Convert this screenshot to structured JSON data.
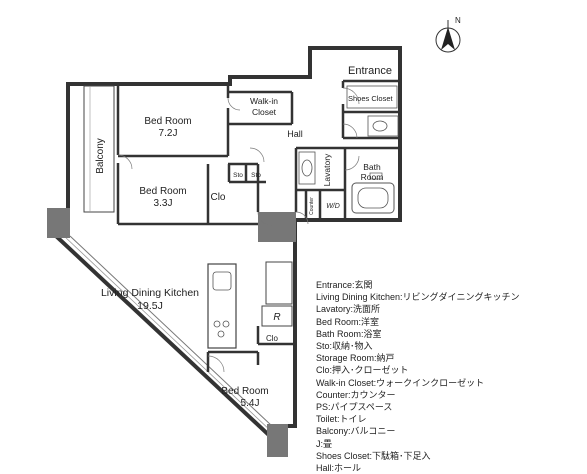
{
  "rooms": {
    "entrance": "Entrance",
    "shoes_closet": "Shoes Closet",
    "bed_room_1": "Bed Room",
    "bed_room_1_size": "7.2J",
    "walkin_line1": "Walk-in",
    "walkin_line2": "Closet",
    "hall": "Hall",
    "balcony": "Balcony",
    "sto1": "Sto",
    "sto2": "Sto",
    "bed_room_2": "Bed Room",
    "bed_room_2_size": "3.3J",
    "clo1": "Clo",
    "lavatory": "Lavatory",
    "bath_line1": "Bath",
    "bath_line2": "Room",
    "counter": "Counter",
    "wd": "W/D",
    "ldk": "Living Dining Kitchen",
    "ldk_size": "19.5J",
    "refrigerator": "R",
    "clo2": "Clo",
    "bed_room_3": "Bed Room",
    "bed_room_3_size": "5.4J"
  },
  "compass": "N",
  "legend": [
    "Entrance:玄関",
    "Living Dining Kitchen:リビングダイニングキッチン",
    "Lavatory:洗面所",
    "Bed Room:洋室",
    "Bath Room:浴室",
    "Sto:収納･物入",
    "Storage Room:納戸",
    "Clo:押入･クローゼット",
    "Walk-in Closet:ウォークインクローゼット",
    "Counter:カウンター",
    "PS:パイプスペース",
    "Toilet:トイレ",
    "Balcony:バルコニー",
    "J:畳",
    "Shoes Closet:下駄箱･下足入",
    "Hall:ホール"
  ]
}
